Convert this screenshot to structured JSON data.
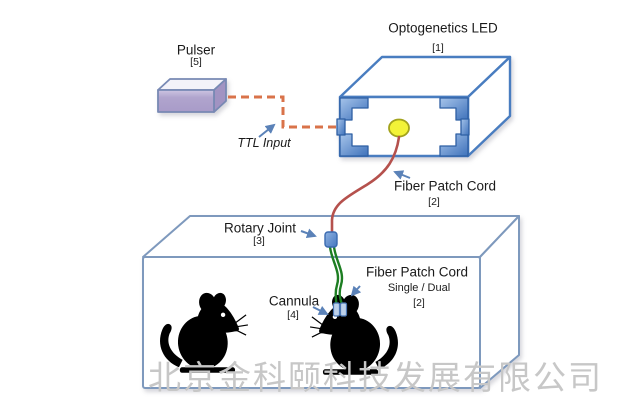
{
  "diagram": {
    "pulser": {
      "label": "Pulser",
      "ref": "[5]"
    },
    "led": {
      "label": "Optogenetics LED",
      "ref": "[1]"
    },
    "ttl": {
      "label": "TTL Input"
    },
    "fiber_patch_cord_top": {
      "label": "Fiber Patch Cord",
      "ref": "[2]"
    },
    "rotary_joint": {
      "label": "Rotary Joint",
      "ref": "[3]"
    },
    "fiber_patch_cord_cage": {
      "label": "Fiber Patch Cord",
      "sub": "Single / Dual",
      "ref": "[2]"
    },
    "cannula": {
      "label": "Cannula",
      "ref": "[4]"
    },
    "watermark": "北京金科颐科技发展有限公司",
    "colors": {
      "box_outline_blue": "#4a7dc0",
      "bracket_blue": "#4576c0",
      "cage_outline_blue": "#7e99bd",
      "cable_orange": "#d9734a",
      "fiber_red": "#b5514d",
      "fiber_green": "#1d7e22",
      "led_yellow": "#f3f338",
      "pulser_lavender": "#b0a4cd",
      "arrow_blue": "#5b82b8",
      "watermark_gray": "#c7c7c7",
      "mouse_black": "#000000"
    }
  }
}
